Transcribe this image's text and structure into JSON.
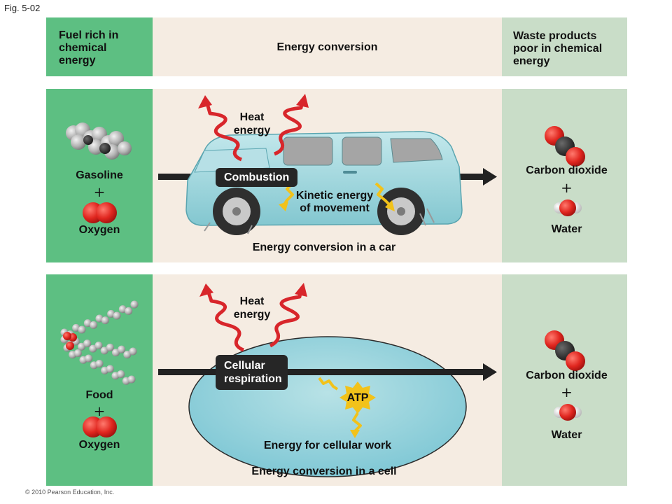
{
  "figure_label": "Fig. 5-02",
  "copyright": "© 2010 Pearson Education, Inc.",
  "header": {
    "left": "Fuel rich in\nchemical\nenergy",
    "center": "Energy conversion",
    "right": "Waste products\npoor in chemical\nenergy"
  },
  "car_row": {
    "fuel": "Gasoline",
    "plus": "+",
    "oxidizer": "Oxygen",
    "heat": "Heat\nenergy",
    "process": "Combustion",
    "kinetic": "Kinetic energy\nof movement",
    "caption": "Energy conversion in a car",
    "product1": "Carbon dioxide",
    "product_plus": "+",
    "product2": "Water"
  },
  "cell_row": {
    "fuel": "Food",
    "plus": "+",
    "oxidizer": "Oxygen",
    "heat": "Heat\nenergy",
    "process": "Cellular\nrespiration",
    "atp": "ATP",
    "work": "Energy for cellular work",
    "caption": "Energy conversion in a cell",
    "product1": "Carbon dioxide",
    "product_plus": "+",
    "product2": "Water"
  },
  "colors": {
    "fuel_panel": "#5dbf82",
    "conversion_panel": "#f5ece2",
    "waste_panel": "#c9ddc8",
    "heat_arrow": "#d8262b",
    "kinetic_arrow": "#f2c21a",
    "car_body": "#9fd6dc",
    "cell_fill": "#8fd0da"
  }
}
